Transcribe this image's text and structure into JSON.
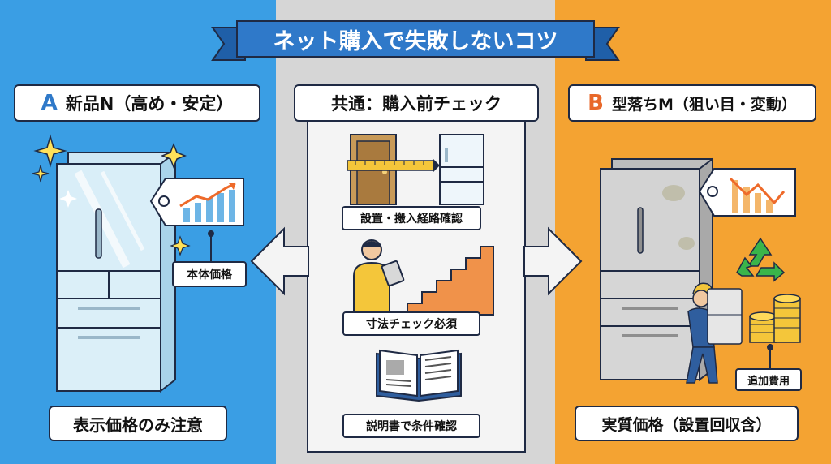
{
  "banner": {
    "title": "ネット購入で失敗しないコツ"
  },
  "panel_a": {
    "header_letter": "A",
    "header_text": "新品N（高め・安定）",
    "price_tag": "本体価格",
    "footer": "表示価格のみ注意"
  },
  "panel_common": {
    "header": "共通：購入前チェック",
    "items": [
      {
        "label": "設置・搬入経路確認",
        "icon": "door-fridge-measure-icon"
      },
      {
        "label": "寸法チェック必須",
        "icon": "person-stairs-tablet-icon"
      },
      {
        "label": "説明書で条件確認",
        "icon": "open-manual-icon"
      }
    ]
  },
  "panel_b": {
    "header_letter": "B",
    "header_text": "型落ちM（狙い目・変動）",
    "extra_cost_tag": "追加費用",
    "footer": "実質価格（設置回収含）"
  },
  "colors": {
    "panel_a": "#3a9ee4",
    "panel_common": "#d6d6d6",
    "panel_b": "#f4a332",
    "banner": "#2f79c9",
    "letter_a": "#2f79c9",
    "letter_b": "#e8682a"
  }
}
